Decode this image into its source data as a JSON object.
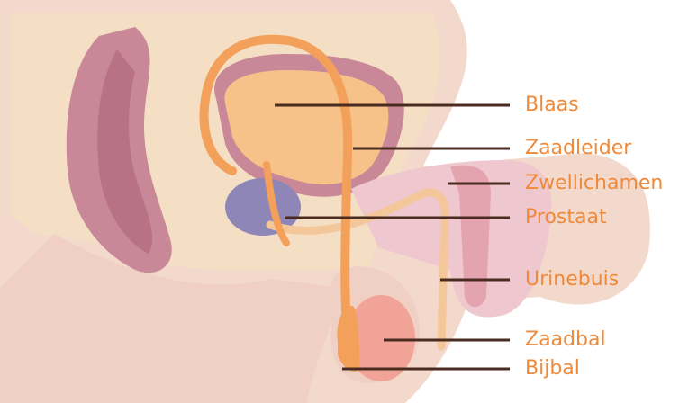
{
  "labels": {
    "blaas": "Blaas",
    "zaadleider": "Zaadleider",
    "zwellichamen": "Zwellichamen",
    "prostaat": "Prostaat",
    "urinebuis": "Urinebuis",
    "zaadbal": "Zaadbal",
    "bijbal": "Bijbal"
  },
  "colors": {
    "label_text": "#ee8a3a",
    "leader_line": "#4a2b20",
    "skin": "#f3d8cc",
    "body_tissue": "#f4dfc4",
    "rectum": "#c98898",
    "bladder": "#f7c28a",
    "prostate": "#8f86b8",
    "vas_deferens": "#f2a05a",
    "testis": "#f2a397",
    "erectile_tissue": "#e3a4b0"
  }
}
